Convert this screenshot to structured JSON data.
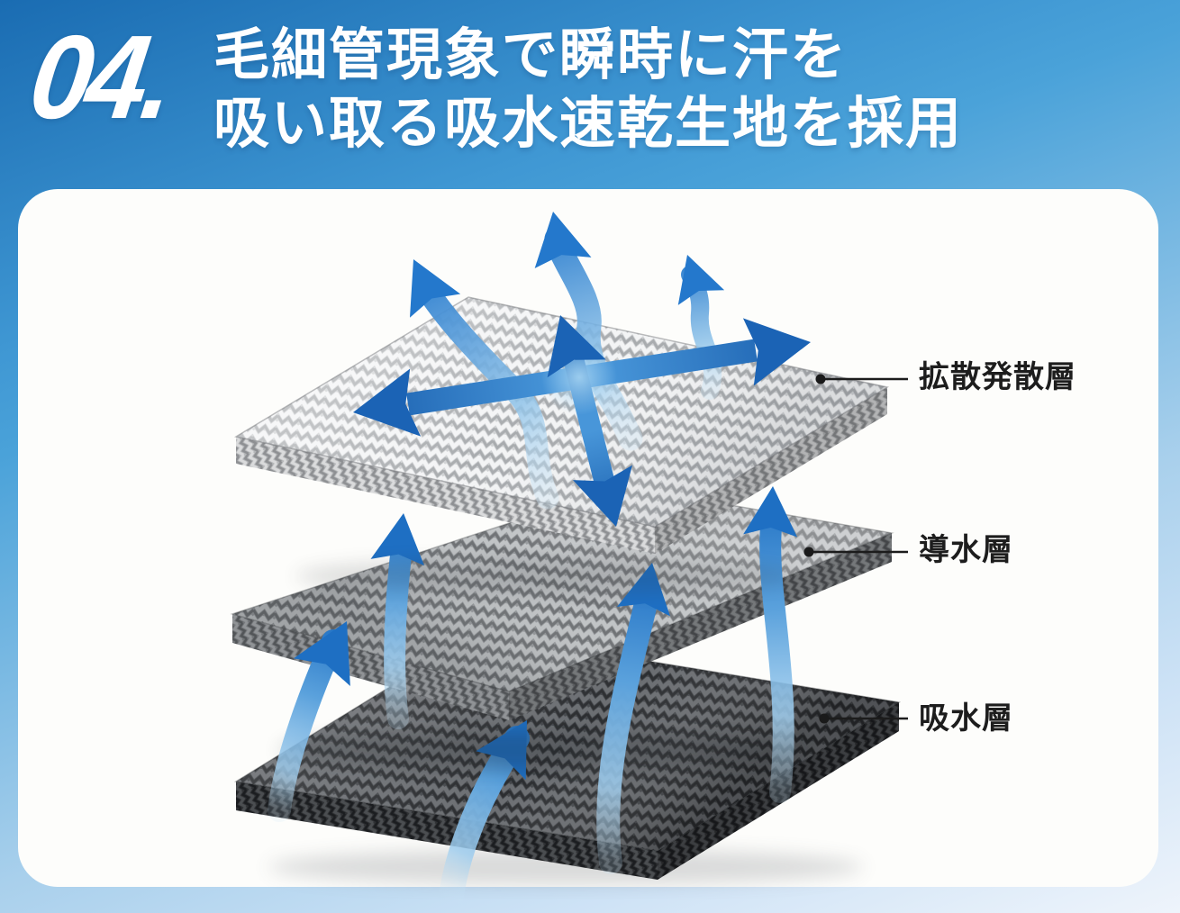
{
  "header": {
    "number": "04.",
    "title_line1": "毛細管現象で瞬時に汗を",
    "title_line2": "吸い取る吸水速乾生地を採用"
  },
  "diagram": {
    "layers": [
      {
        "label": "拡散発散層",
        "fabric_tone": "#cfd1d3"
      },
      {
        "label": "導水層",
        "fabric_tone": "#94979a"
      },
      {
        "label": "吸水層",
        "fabric_tone": "#45484c"
      }
    ]
  },
  "colors": {
    "banner_blue_dark": "#1a6cb2",
    "banner_blue": "#4aa2d9",
    "background_light": "#eef4fb",
    "panel_white": "#fdfdfb",
    "arrow_blue": "#1e6fc3",
    "arrow_blue_light": "#bfe0f5",
    "label_text": "#1d1d1d",
    "title_text": "#ffffff"
  }
}
